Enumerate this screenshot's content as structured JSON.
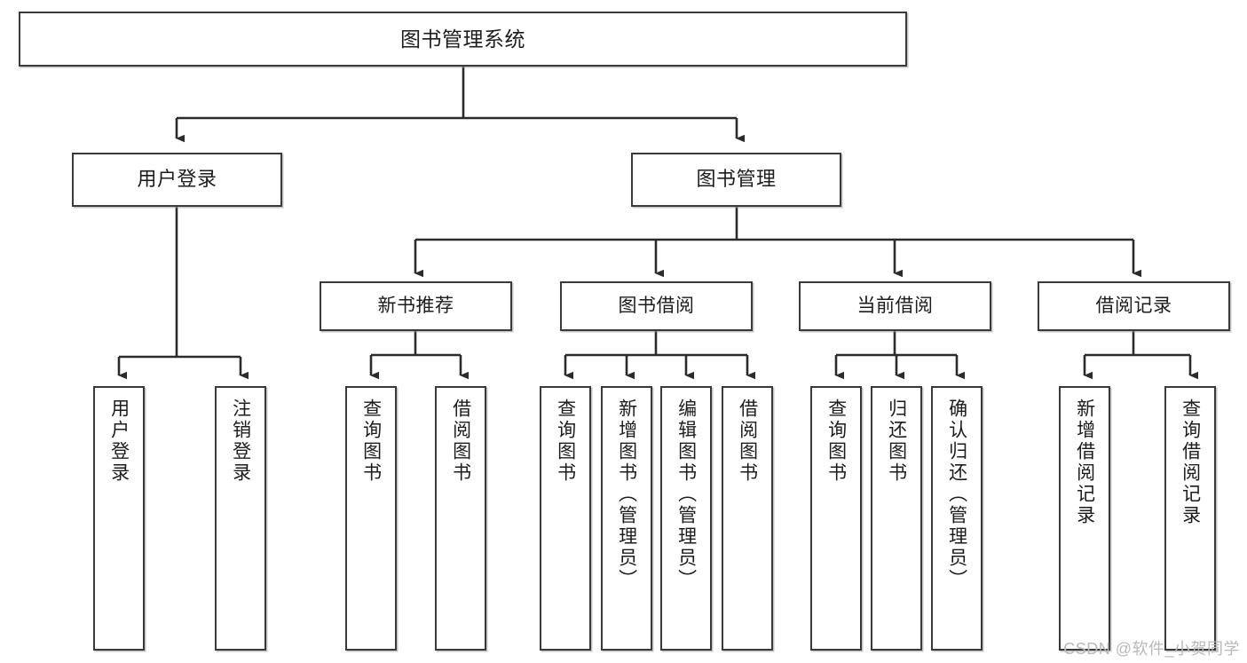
{
  "diagram": {
    "type": "tree-flowchart",
    "title": "图书管理系统",
    "watermark": "CSDN @软件_小贺同学",
    "colors": {
      "border": "#3a3a3a",
      "background": "#ffffff",
      "text": "#1c1c1c",
      "connector": "#2b2b2b",
      "watermark": "#b9b9b9"
    },
    "nodes": {
      "root": {
        "label": "图书管理系统"
      },
      "level2": [
        {
          "id": "user-login",
          "label": "用户登录"
        },
        {
          "id": "book-management",
          "label": "图书管理"
        }
      ],
      "level3": [
        {
          "id": "new-book-recommend",
          "label": "新书推荐"
        },
        {
          "id": "book-borrow",
          "label": "图书借阅"
        },
        {
          "id": "current-borrow",
          "label": "当前借阅"
        },
        {
          "id": "borrow-record",
          "label": "借阅记录"
        }
      ],
      "leaves": {
        "user-login": [
          {
            "id": "leaf-user-login",
            "label": "用户登录"
          },
          {
            "id": "leaf-logout-login",
            "label": "注销登录"
          }
        ],
        "new-book-recommend": [
          {
            "id": "leaf-query-book-1",
            "label": "查询图书"
          },
          {
            "id": "leaf-borrow-book-1",
            "label": "借阅图书"
          }
        ],
        "book-borrow": [
          {
            "id": "leaf-query-book-2",
            "label": "查询图书"
          },
          {
            "id": "leaf-add-book",
            "label": "新增图书（管理员）"
          },
          {
            "id": "leaf-edit-book",
            "label": "编辑图书（管理员）"
          },
          {
            "id": "leaf-borrow-book-2",
            "label": "借阅图书"
          }
        ],
        "current-borrow": [
          {
            "id": "leaf-query-book-3",
            "label": "查询图书"
          },
          {
            "id": "leaf-return-book",
            "label": "归还图书"
          },
          {
            "id": "leaf-confirm-return",
            "label": "确认归还（管理员）"
          }
        ],
        "borrow-record": [
          {
            "id": "leaf-add-record",
            "label": "新增借阅记录"
          },
          {
            "id": "leaf-query-record",
            "label": "查询借阅记录"
          }
        ]
      }
    }
  }
}
